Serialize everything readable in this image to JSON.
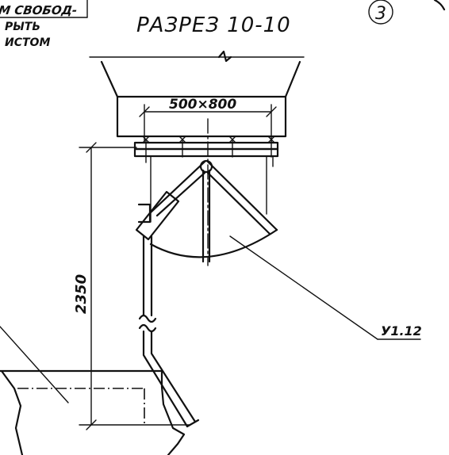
{
  "note": {
    "line1": "М СВОБОД-",
    "line2": "РЫТЬ",
    "line3": "ИСТОМ"
  },
  "section_title": "РАЗРЕЗ 10-10",
  "sheet_marker": "3",
  "opening_size": "500×800",
  "height_dimension": "2350",
  "callout_label": "У1.12"
}
